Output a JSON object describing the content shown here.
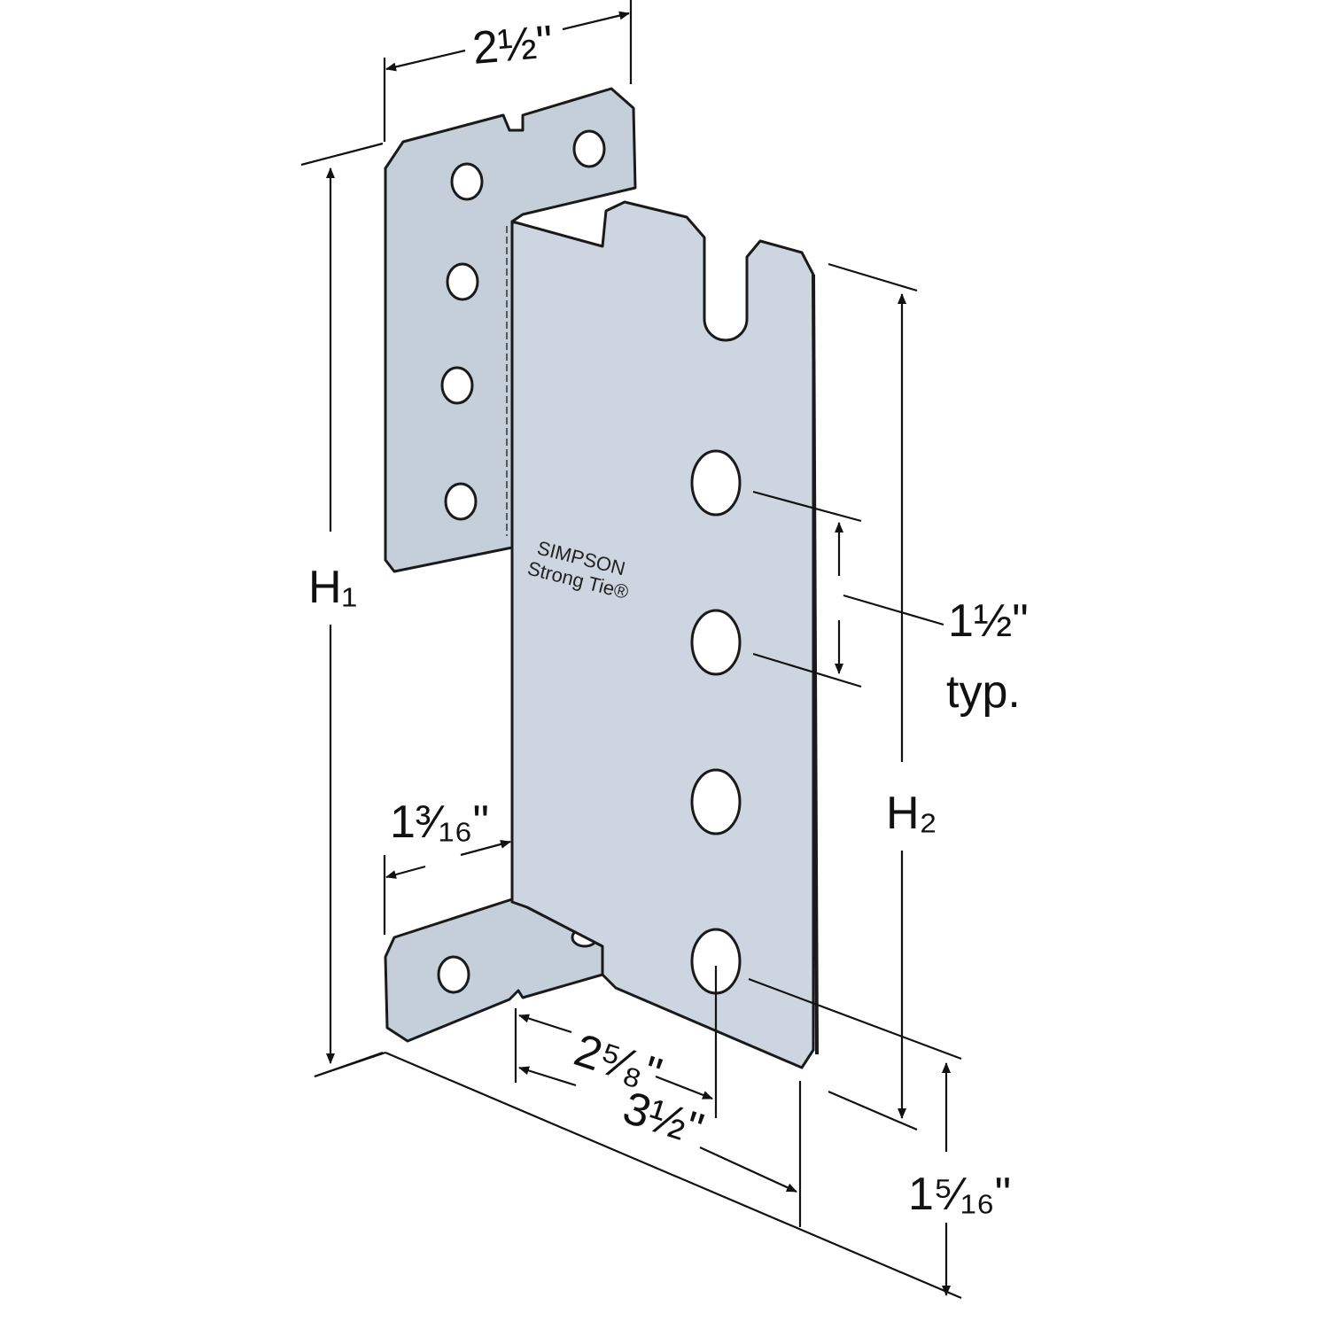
{
  "diagram": {
    "title": "Connector bracket dimension drawing",
    "colors": {
      "plate": "#cdd6e0",
      "plate_flange": "#c4cfda",
      "edge": "#1a1a1a"
    },
    "brand": {
      "line1": "SIMPSON",
      "line2": "Strong Tie®"
    },
    "dimensions": {
      "top_width": "2½\"",
      "h1": "H₁",
      "h2": "H₂",
      "hole_spacing": "1½\"",
      "hole_spacing_note": "typ.",
      "flange_width": "1³⁄₁₆\"",
      "hole_offset": "2⁵⁄₈\"",
      "plate_width": "3½\"",
      "bottom_hole_height": "1⁵⁄₁₆\""
    }
  }
}
